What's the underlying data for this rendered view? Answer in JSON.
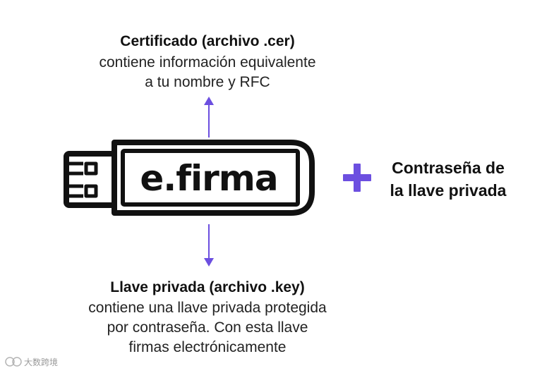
{
  "top": {
    "title": "Certificado (archivo .cer)",
    "line1": "contiene información equivalente",
    "line2": "a tu nombre y RFC"
  },
  "usb": {
    "brand": "e.firma"
  },
  "plus": {
    "line1": "Contraseña de",
    "line2": "la llave privada"
  },
  "bottom": {
    "title": "Llave privada (archivo .key)",
    "line1": "contiene una llave privada protegida",
    "line2": "por contraseña. Con esta llave",
    "line3": "firmas electrónicamente"
  },
  "watermark": "大数跨境",
  "colors": {
    "accent": "#6c4fe0",
    "ink": "#111111"
  }
}
